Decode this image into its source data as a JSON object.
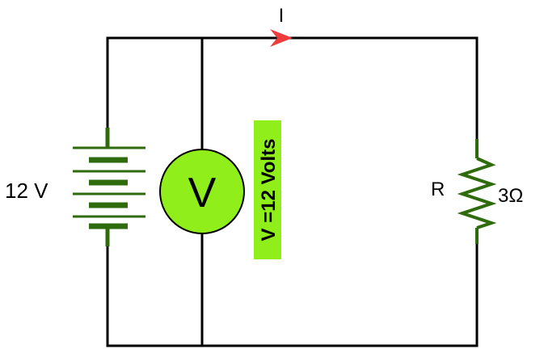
{
  "battery": {
    "voltage_label": "12 V",
    "color": "#2e6b0c"
  },
  "voltmeter": {
    "symbol": "V",
    "fill_color": "#90ee1a",
    "stroke_color": "#000000"
  },
  "voltage_reading": {
    "text": "V =12 Volts",
    "background_color": "#90ee1a"
  },
  "current": {
    "label": "I",
    "arrow_color": "#ee3b3b"
  },
  "resistor": {
    "label": "R",
    "value": "3Ω",
    "color": "#2e6b0c"
  }
}
